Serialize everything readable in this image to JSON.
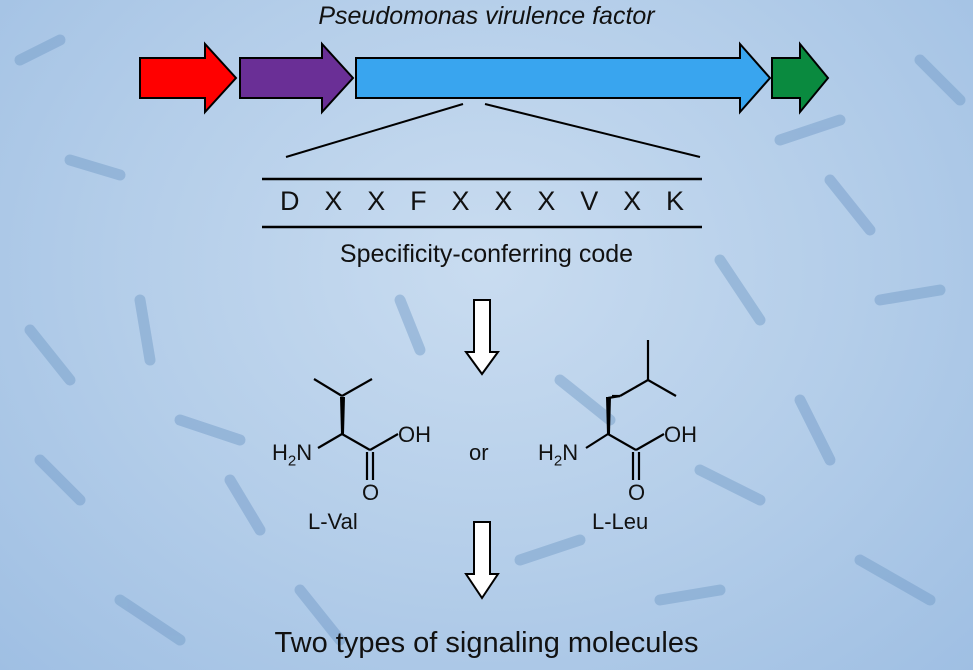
{
  "title": "Pseudomonas virulence factor",
  "gene_arrows": [
    {
      "name": "gene-arrow-red",
      "color": "#ff0000"
    },
    {
      "name": "gene-arrow-purple",
      "color": "#6a2f96"
    },
    {
      "name": "gene-arrow-blue",
      "color": "#39a5ef"
    },
    {
      "name": "gene-arrow-green",
      "color": "#0a8a3f"
    }
  ],
  "code_letters": [
    "D",
    "X",
    "X",
    "F",
    "X",
    "X",
    "X",
    "V",
    "X",
    "K"
  ],
  "code_caption": "Specificity-conferring code",
  "molecules": {
    "val": {
      "amine": "H",
      "amine_sub": "2",
      "amine_tail": "N",
      "hydroxyl": "OH",
      "oxygen": "O",
      "label": "L-Val"
    },
    "leu": {
      "amine": "H",
      "amine_sub": "2",
      "amine_tail": "N",
      "hydroxyl": "OH",
      "oxygen": "O",
      "label": "L-Leu"
    }
  },
  "connector": "or",
  "bottom_caption": "Two types of signaling molecules",
  "background_color": "#b3cde9"
}
